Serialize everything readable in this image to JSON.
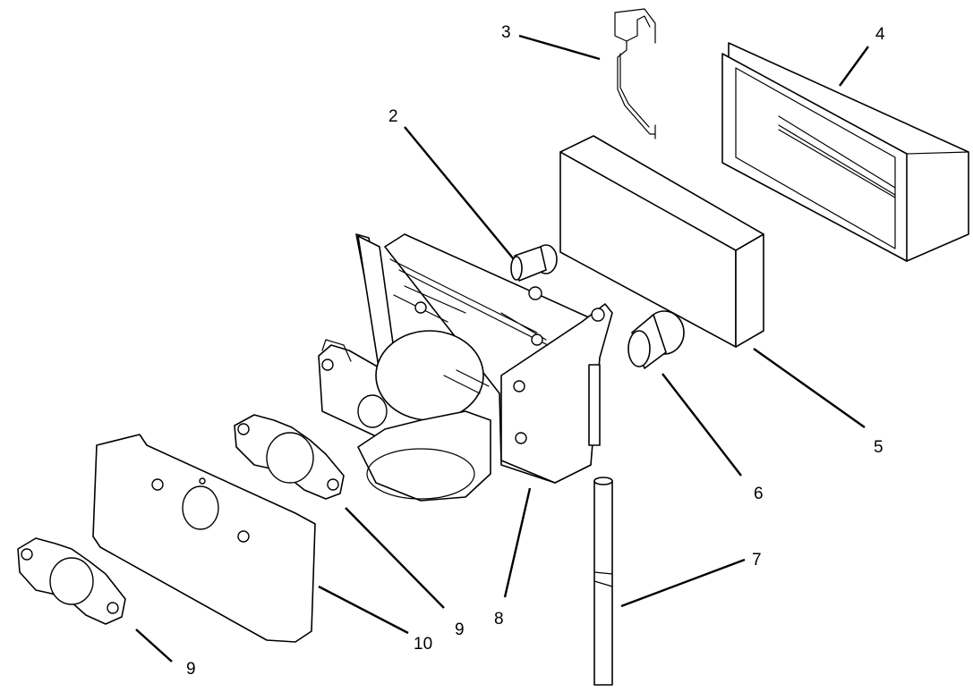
{
  "diagram": {
    "type": "exploded-parts-view",
    "line_color": "#000000",
    "background": "#ffffff",
    "callouts": [
      {
        "id": "c2",
        "label": "2"
      },
      {
        "id": "c3",
        "label": "3"
      },
      {
        "id": "c4",
        "label": "4"
      },
      {
        "id": "c5",
        "label": "5"
      },
      {
        "id": "c6",
        "label": "6"
      },
      {
        "id": "c7",
        "label": "7"
      },
      {
        "id": "c8",
        "label": "8"
      },
      {
        "id": "c9a",
        "label": "9"
      },
      {
        "id": "c9b",
        "label": "9"
      },
      {
        "id": "c10",
        "label": "10"
      }
    ]
  }
}
